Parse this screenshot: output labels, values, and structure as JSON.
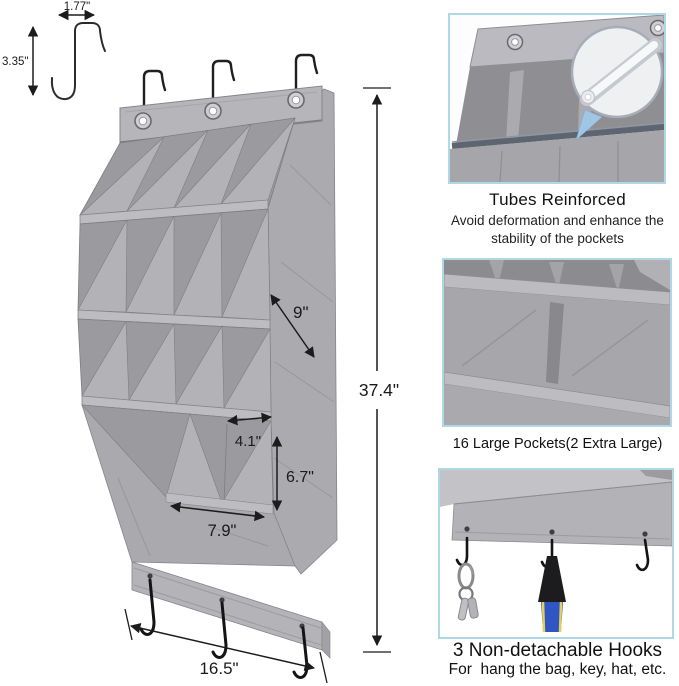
{
  "dimensions": {
    "hook_width": "1.77\"",
    "hook_height": "3.35\"",
    "pocket_depth": "9\"",
    "organizer_height": "37.4\"",
    "top_pocket_width": "4.1\"",
    "bottom_pocket_height": "6.7\"",
    "bottom_pocket_width": "7.9\"",
    "organizer_width": "16.5\""
  },
  "features": [
    {
      "title": "Tubes Reinforced",
      "description_line1": "Avoid deformation and enhance the",
      "description_line2": "stability of the pockets"
    },
    {
      "caption": "16 Large Pockets(2 Extra Large)"
    },
    {
      "title": "3 Non-detachable Hooks",
      "caption": "For  hang the bag, key, hat, etc."
    }
  ],
  "colors": {
    "photo_border": "#afd8e6",
    "fabric_light": "#b7b7bb",
    "fabric_mid": "#a9a9ae",
    "fabric_dark": "#98989d",
    "annotation": "#1c1c1c",
    "tube_rail": "#5d6570",
    "pointer_blue": "#9fc6e4",
    "lanyard_blue": "#3056c6",
    "lanyard_yellow": "#e4d152"
  }
}
